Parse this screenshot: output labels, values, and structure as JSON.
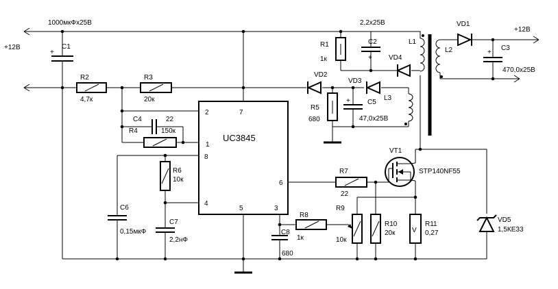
{
  "colors": {
    "ink": "#000000",
    "paper": "#ffffff"
  },
  "ic": {
    "name": "UC3845",
    "pins": {
      "p1": "1",
      "p2": "2",
      "p3": "3",
      "p4": "4",
      "p5": "5",
      "p6": "6",
      "p7": "7",
      "p8": "8"
    }
  },
  "rails": {
    "input": "+12В",
    "output": "+12В",
    "note_c1": "1000мкФх25В",
    "note_c2": "2,2х25В"
  },
  "parts": {
    "C1": {
      "ref": "C1",
      "plus": "+"
    },
    "C2": {
      "ref": "C2",
      "plus": "+"
    },
    "C3": {
      "ref": "C3",
      "value": "470,0х25В",
      "plus": "+"
    },
    "C4": {
      "ref": "C4",
      "value": "22"
    },
    "C5": {
      "ref": "C5",
      "value": "47,0х25В",
      "plus": "+"
    },
    "C6": {
      "ref": "C6",
      "value": "0,15мкФ"
    },
    "C7": {
      "ref": "C7",
      "value": "2,2нФ"
    },
    "C8": {
      "ref": "C8",
      "value": "680"
    },
    "R1": {
      "ref": "R1",
      "value": "1к"
    },
    "R2": {
      "ref": "R2",
      "value": "4,7к"
    },
    "R3": {
      "ref": "R3",
      "value": "20к"
    },
    "R4": {
      "ref": "R4",
      "value": "150к"
    },
    "R5": {
      "ref": "R5",
      "value": "680"
    },
    "R6": {
      "ref": "R6",
      "value": "10к"
    },
    "R7": {
      "ref": "R7",
      "value": "22"
    },
    "R8": {
      "ref": "R8",
      "value": "1к"
    },
    "R9": {
      "ref": "R9",
      "value": "10к"
    },
    "R10": {
      "ref": "R10",
      "value": "20к"
    },
    "R11": {
      "ref": "R11",
      "value": "0,27",
      "mark": "V"
    },
    "VD1": {
      "ref": "VD1"
    },
    "VD2": {
      "ref": "VD2"
    },
    "VD3": {
      "ref": "VD3"
    },
    "VD4": {
      "ref": "VD4"
    },
    "VD5": {
      "ref": "VD5",
      "value": "1,5КЕ33"
    },
    "VT1": {
      "ref": "VT1",
      "value": "STP140NF55"
    },
    "L1": {
      "ref": "L1"
    },
    "L2": {
      "ref": "L2"
    },
    "L3": {
      "ref": "L3"
    }
  }
}
